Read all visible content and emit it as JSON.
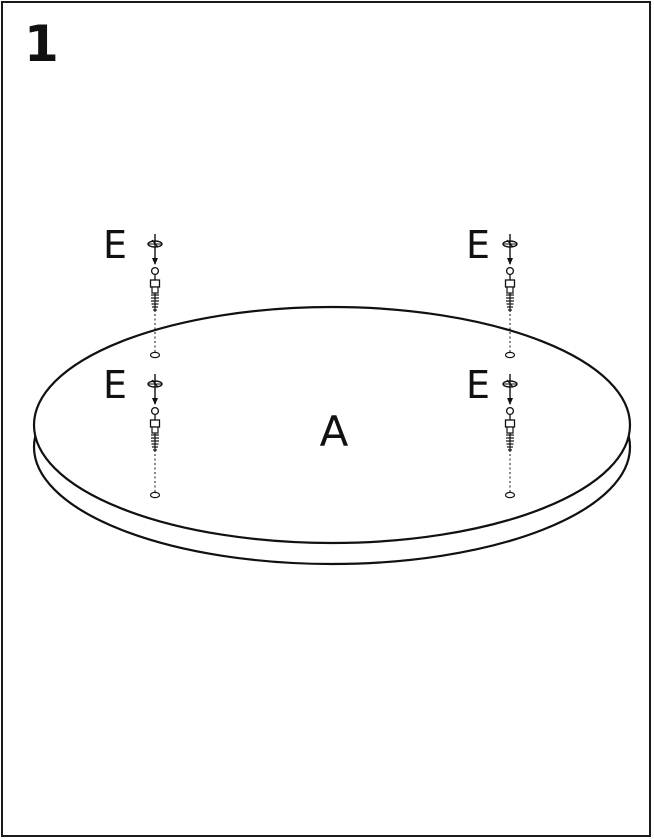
{
  "step": {
    "number": "1"
  },
  "parts": {
    "tabletop_label": "A",
    "fitting_label": "E"
  },
  "fittings": [
    {
      "label": "E"
    },
    {
      "label": "E"
    },
    {
      "label": "E"
    },
    {
      "label": "E"
    }
  ],
  "colors": {
    "ink": "#111111",
    "background": "#ffffff"
  },
  "icons": {
    "fitting": "cam-dowel-screw-icon",
    "hole": "pilot-hole-icon"
  }
}
